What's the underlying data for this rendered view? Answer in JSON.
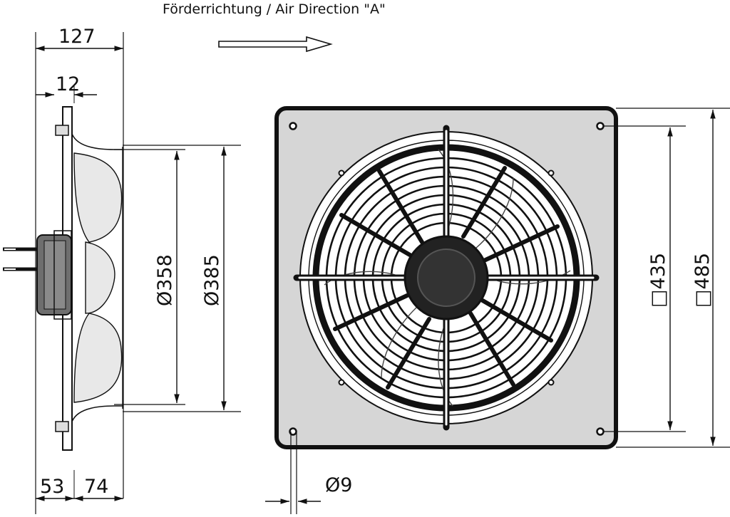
{
  "title": "Förderrichtung / Air Direction \"A\"",
  "dimensions": {
    "overall_depth": "127",
    "flange_thickness": "12",
    "rear_depth": "53",
    "front_depth": "74",
    "inner_diameter": "Ø358",
    "outer_diameter": "Ø385",
    "hole_spacing": "□435",
    "plate_size": "□485",
    "hole_diameter": "Ø9"
  },
  "colors": {
    "line": "#111111",
    "plate_fill": "#d6d6d6",
    "background": "#ffffff"
  }
}
